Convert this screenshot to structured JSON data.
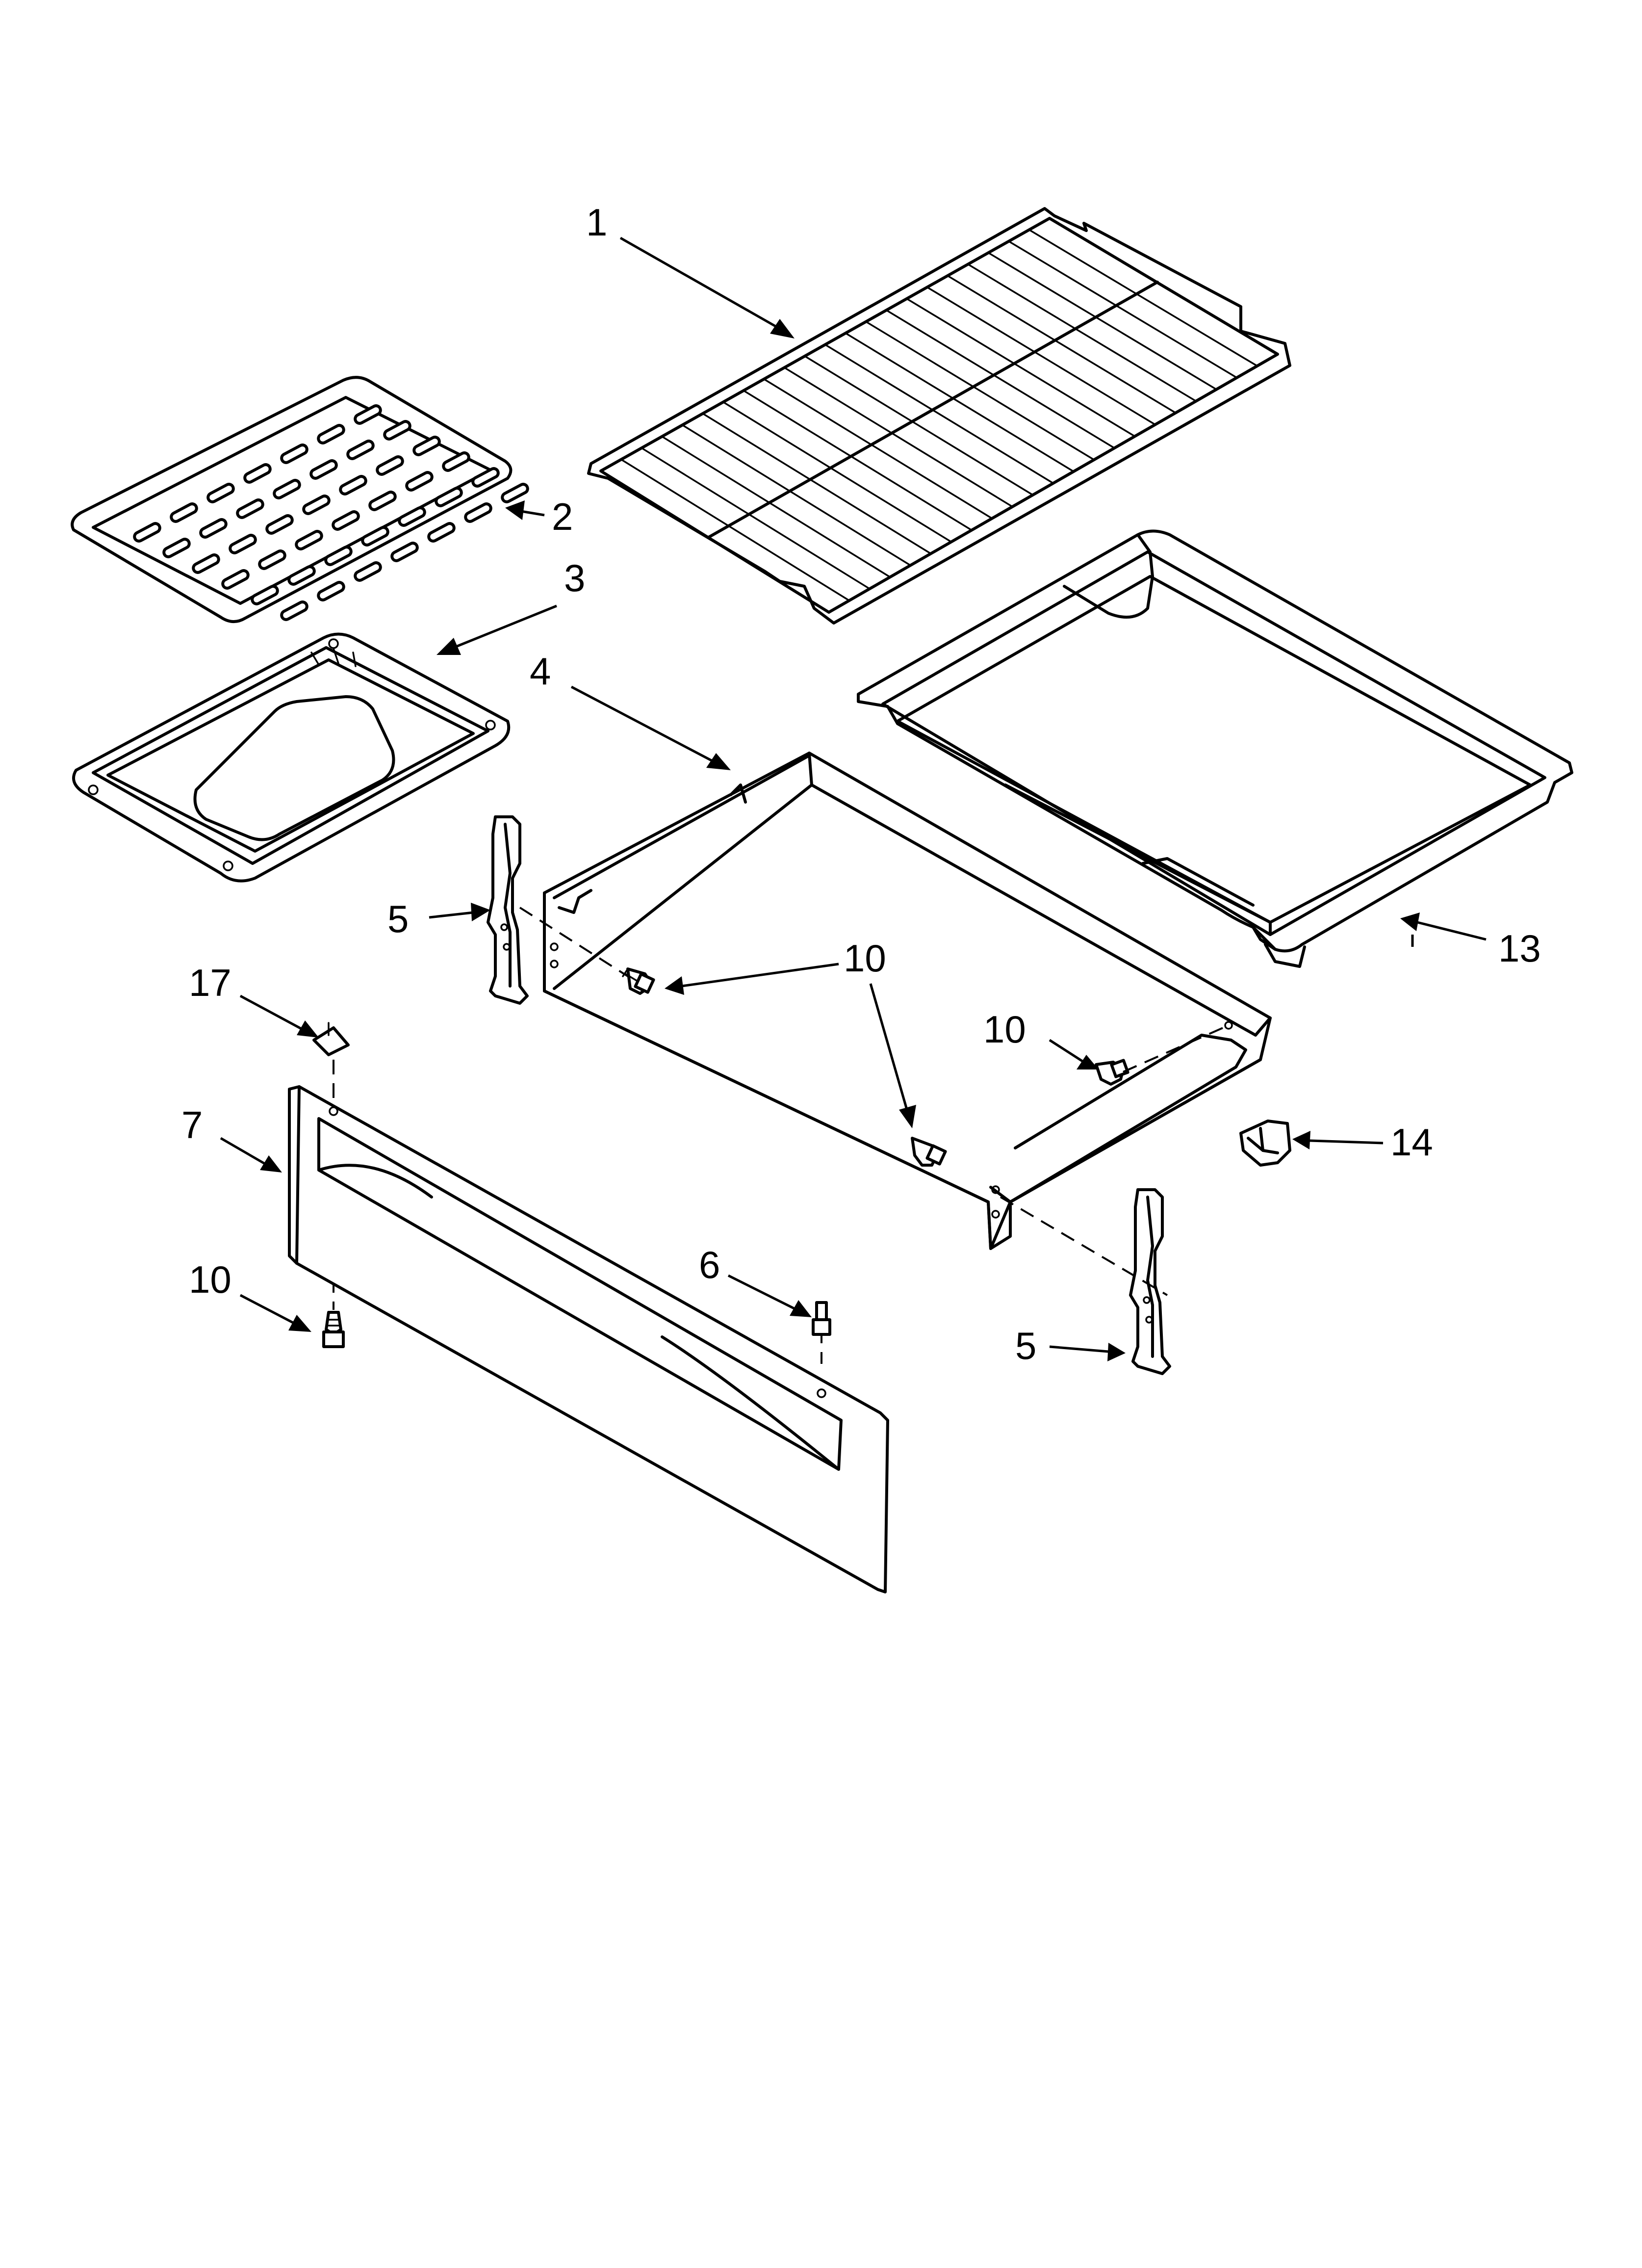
{
  "diagram": {
    "title": "",
    "callouts": [
      {
        "id": "c1",
        "label": "1"
      },
      {
        "id": "c2",
        "label": "2"
      },
      {
        "id": "c3",
        "label": "3"
      },
      {
        "id": "c4",
        "label": "4"
      },
      {
        "id": "c5a",
        "label": "5"
      },
      {
        "id": "c5b",
        "label": "5"
      },
      {
        "id": "c6",
        "label": "6"
      },
      {
        "id": "c7",
        "label": "7"
      },
      {
        "id": "c10a",
        "label": "10"
      },
      {
        "id": "c10b",
        "label": "10"
      },
      {
        "id": "c10c",
        "label": "10"
      },
      {
        "id": "c13",
        "label": "13"
      },
      {
        "id": "c14",
        "label": "14"
      },
      {
        "id": "c17",
        "label": "17"
      }
    ]
  }
}
